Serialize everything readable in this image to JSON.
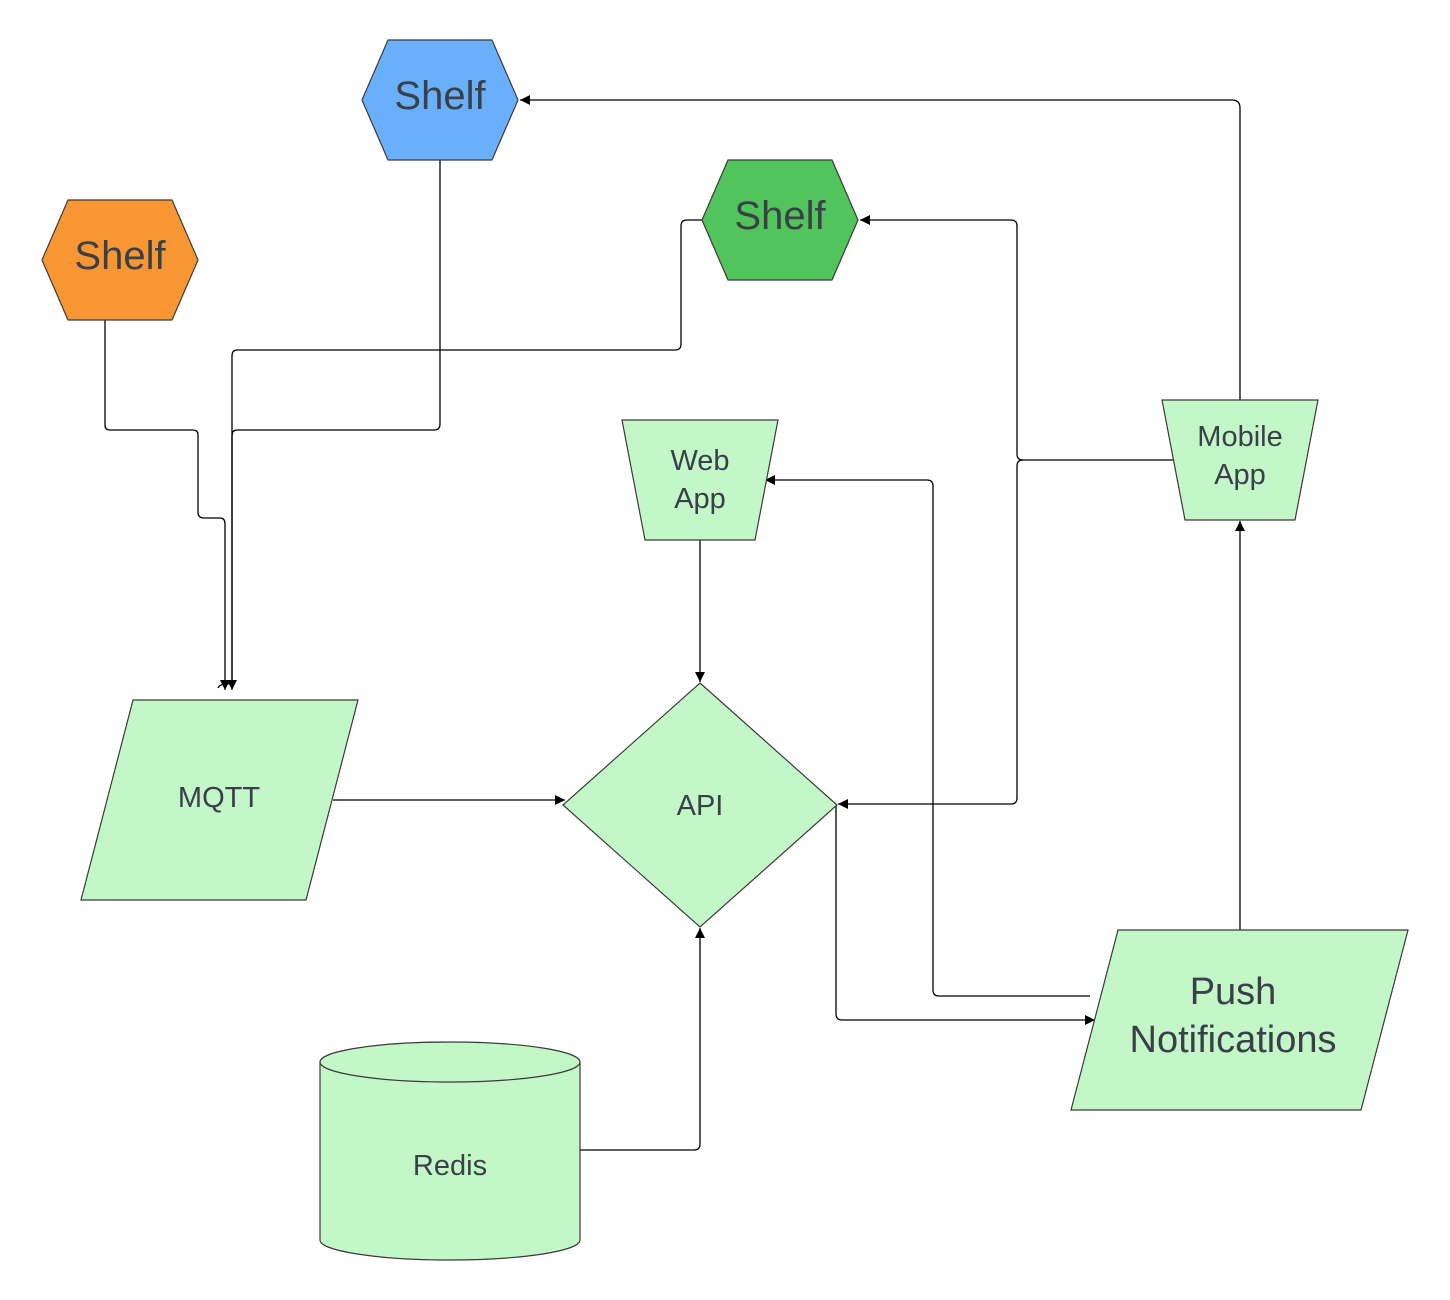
{
  "colors": {
    "shelf_blue": "#6aaffc",
    "shelf_green": "#52c45c",
    "shelf_orange": "#f99634",
    "node_fill": "#c3f7c8",
    "edge": "#000000",
    "text": "#3a4048"
  },
  "nodes": {
    "shelf_blue": {
      "label": "Shelf"
    },
    "shelf_green": {
      "label": "Shelf"
    },
    "shelf_orange": {
      "label": "Shelf"
    },
    "web_app": {
      "label_line1": "Web",
      "label_line2": "App"
    },
    "mobile_app": {
      "label_line1": "Mobile",
      "label_line2": "App"
    },
    "mqtt": {
      "label": "MQTT"
    },
    "api": {
      "label": "API"
    },
    "redis": {
      "label": "Redis"
    },
    "push": {
      "label_line1": "Push",
      "label_line2": "Notifications"
    }
  },
  "edges": [
    {
      "from": "shelf_orange",
      "to": "mqtt"
    },
    {
      "from": "shelf_blue",
      "to": "mqtt"
    },
    {
      "from": "shelf_green",
      "to": "mqtt"
    },
    {
      "from": "mobile_app",
      "to": "shelf_blue"
    },
    {
      "from": "mobile_app",
      "to": "shelf_green"
    },
    {
      "from": "mobile_app",
      "to": "api"
    },
    {
      "from": "web_app",
      "to": "api"
    },
    {
      "from": "mqtt",
      "to": "api"
    },
    {
      "from": "redis",
      "to": "api"
    },
    {
      "from": "api",
      "to": "push"
    },
    {
      "from": "push",
      "to": "web_app"
    },
    {
      "from": "push",
      "to": "mobile_app"
    }
  ]
}
